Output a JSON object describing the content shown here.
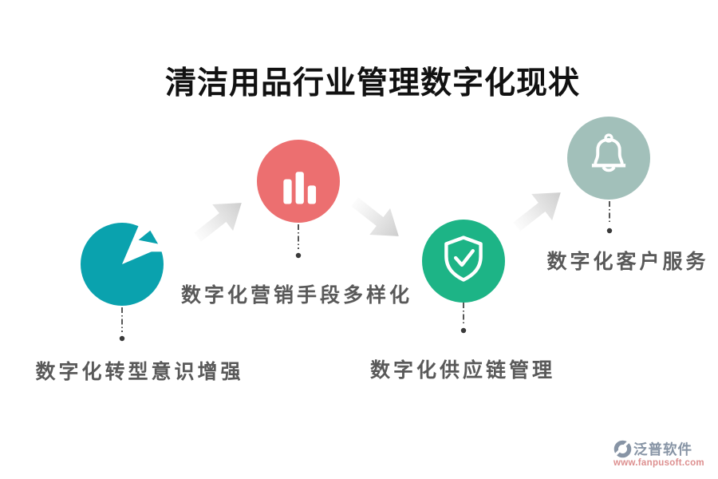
{
  "title": "清洁用品行业管理数字化现状",
  "steps": [
    {
      "label": "数字化转型意识增强",
      "color": "#0aa2ae",
      "icon": "pie-chart-icon"
    },
    {
      "label": "数字化营销手段多样化",
      "color": "#ec6f70",
      "icon": "bar-chart-icon"
    },
    {
      "label": "数字化供应链管理",
      "color": "#1db486",
      "icon": "shield-check-icon"
    },
    {
      "label": "数字化客户服务",
      "color": "#a2c0ba",
      "icon": "bell-icon"
    }
  ],
  "arrows": [
    {
      "icon": "arrow-up-right-icon"
    },
    {
      "icon": "arrow-down-right-icon"
    },
    {
      "icon": "arrow-up-right-icon"
    }
  ],
  "watermark": {
    "brand": "泛普软件",
    "url": "www.fanpusoft.com"
  },
  "colors": {
    "background": "#ffffff",
    "title_text": "#111111",
    "label_text": "#595959",
    "arrow": "#d2d2d2",
    "connector": "#3a3a3a",
    "watermark_brand": "#8794a5",
    "watermark_url": "#dd8f8f"
  }
}
